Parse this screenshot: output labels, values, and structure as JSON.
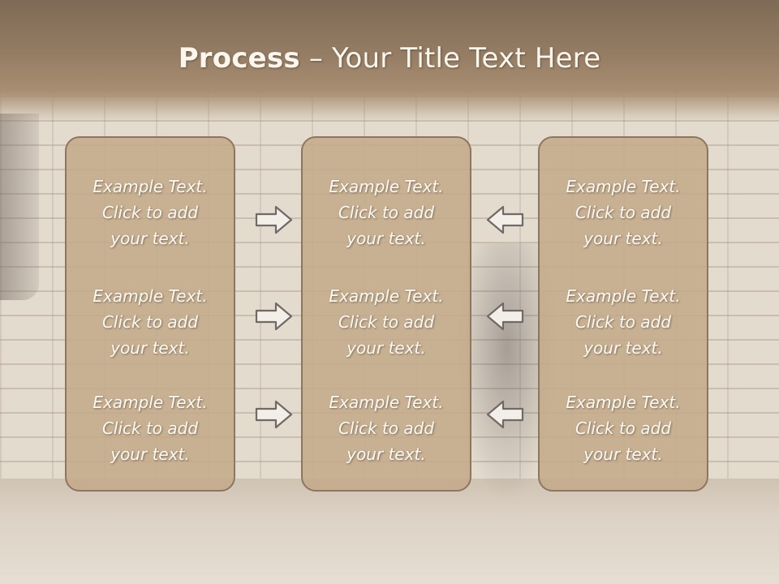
{
  "title": {
    "bold": "Process",
    "rest": " – Your Title Text Here"
  },
  "columns": [
    {
      "items": [
        {
          "line1": "Example Text.",
          "line2": "Click  to add",
          "line3": "your text."
        },
        {
          "line1": "Example Text.",
          "line2": "Click  to add",
          "line3": "your text."
        },
        {
          "line1": "Example Text.",
          "line2": "Click  to add",
          "line3": "your text."
        }
      ]
    },
    {
      "items": [
        {
          "line1": "Example Text.",
          "line2": "Click  to add",
          "line3": "your text."
        },
        {
          "line1": "Example Text.",
          "line2": "Click  to add",
          "line3": "your text."
        },
        {
          "line1": "Example Text.",
          "line2": "Click  to add",
          "line3": "your text."
        }
      ]
    },
    {
      "items": [
        {
          "line1": "Example Text.",
          "line2": "Click  to add",
          "line3": "your text."
        },
        {
          "line1": "Example Text.",
          "line2": "Click  to add",
          "line3": "your text."
        },
        {
          "line1": "Example Text.",
          "line2": "Click  to add",
          "line3": "your text."
        }
      ]
    }
  ],
  "arrows": {
    "left_set": "right-arrow-icon",
    "right_set": "left-arrow-icon"
  },
  "colors": {
    "title_band": "#957d64",
    "box_fill": "#c4aa8a",
    "box_border": "#8c7660",
    "text": "#fdfaf4"
  }
}
